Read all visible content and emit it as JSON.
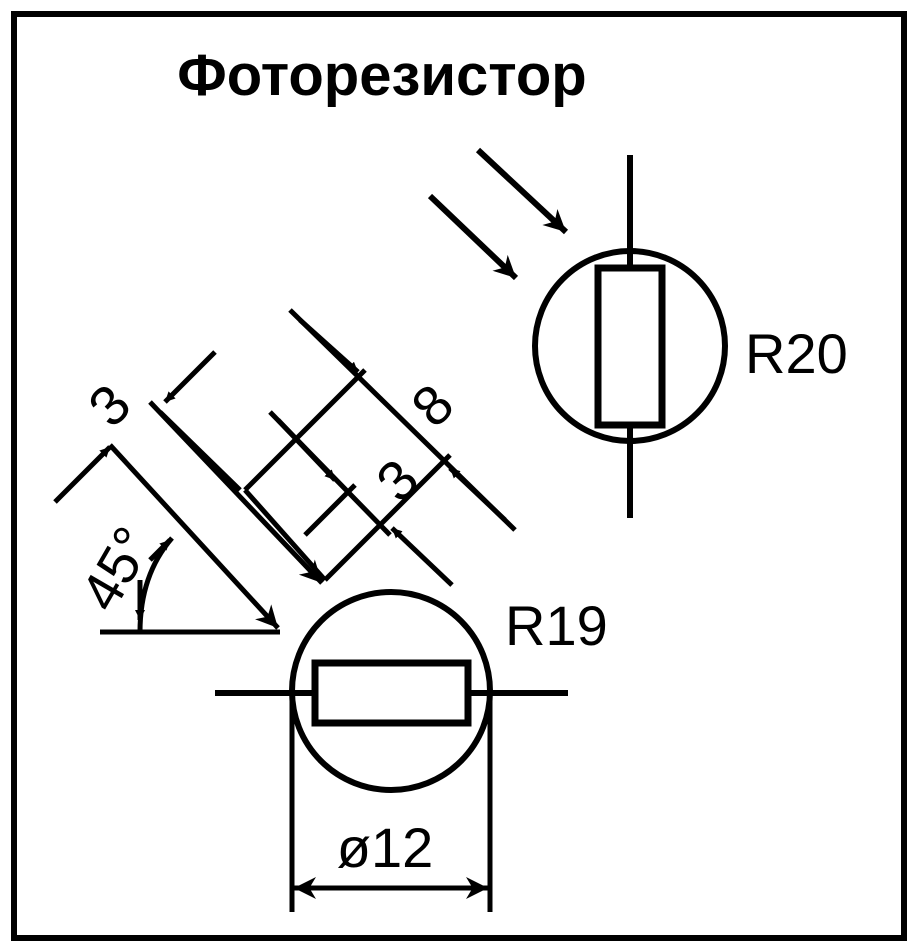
{
  "title": "Фоторезистор",
  "labels": {
    "r20": "R20",
    "r19": "R19",
    "dim_3_left": "3",
    "dim_8": "8",
    "dim_3_mid": "3",
    "angle_45": "45°",
    "diameter_12": "ø12"
  },
  "colors": {
    "ink": "#000000",
    "paper": "#ffffff"
  }
}
